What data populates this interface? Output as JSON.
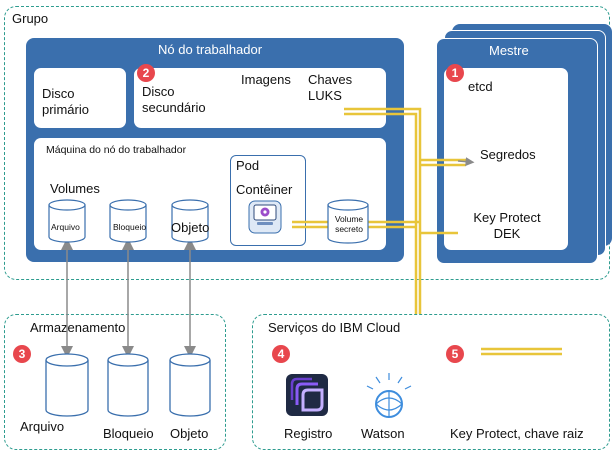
{
  "cluster": {
    "label": "Grupo"
  },
  "worker_node": {
    "title": "Nó do trabalhador",
    "primary_disk": "Disco primário",
    "secondary_disk": "Disco secundário",
    "images": "Imagens",
    "luks_keys": "Chaves LUKS",
    "vm": {
      "title": "Máquina do nó do trabalhador",
      "volumes": "Volumes",
      "file": "Arquivo",
      "block": "Bloqueio",
      "object": "Objeto",
      "pod": "Pod",
      "container": "Contêiner",
      "secret_volume": "Volume secreto"
    }
  },
  "master": {
    "title": "Mestre",
    "etcd": "etcd",
    "secrets": "Segredos",
    "key_protect_dek": "Key Protect DEK"
  },
  "storage": {
    "title": "Armazenamento",
    "file": "Arquivo",
    "block": "Bloqueio",
    "object": "Objeto"
  },
  "ibm_cloud": {
    "title": "Serviços do IBM Cloud",
    "registry": "Registro",
    "watson": "Watson",
    "key_protect_root": "Key Protect, chave raiz"
  },
  "badges": {
    "b1": "1",
    "b2": "2",
    "b3": "3",
    "b4": "4",
    "b5": "5"
  },
  "colors": {
    "dashed_border": "#2e9c8f",
    "node_blue": "#3a6fad",
    "key_line": "#e8c53a",
    "badge": "#e8474d",
    "arrow_gray": "#8a8a8a"
  },
  "icons": [
    "cylinder-icon",
    "container-icon",
    "registry-icon",
    "watson-icon",
    "key-line-icon"
  ]
}
